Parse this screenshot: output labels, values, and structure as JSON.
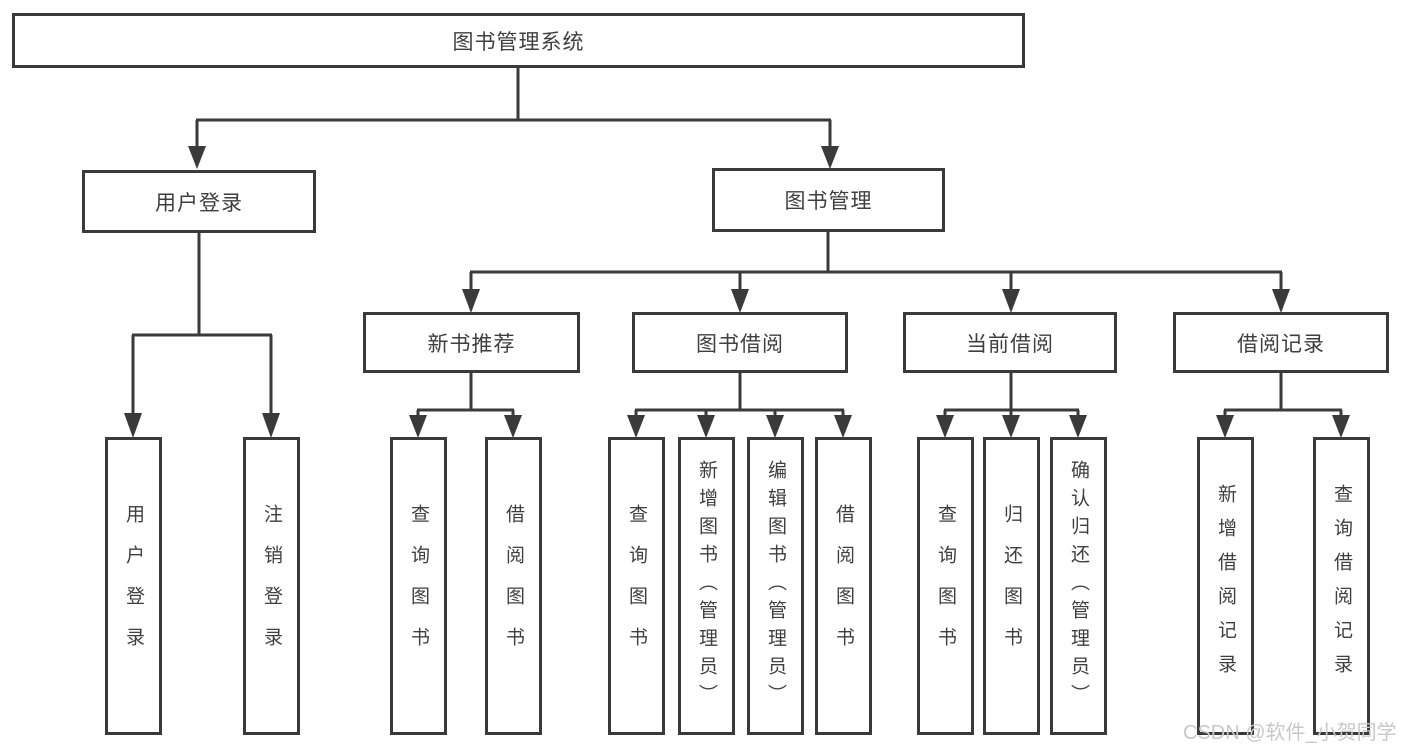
{
  "tree": {
    "root": "图书管理系统",
    "branches": [
      {
        "label": "用户登录",
        "children": [
          "用户登录",
          "注销登录"
        ]
      },
      {
        "label": "图书管理",
        "sections": [
          {
            "label": "新书推荐",
            "children": [
              "查询图书",
              "借阅图书"
            ]
          },
          {
            "label": "图书借阅",
            "children": [
              "查询图书",
              "新增图书（管理员）",
              "编辑图书（管理员）",
              "借阅图书"
            ]
          },
          {
            "label": "当前借阅",
            "children": [
              "查询图书",
              "归还图书",
              "确认归还（管理员）"
            ]
          },
          {
            "label": "借阅记录",
            "children": [
              "新增借阅记录",
              "查询借阅记录"
            ]
          }
        ]
      }
    ]
  },
  "colors": {
    "line": "#3a3a3a",
    "text": "#3f3f3f",
    "watermark_text": "#c8c8c8",
    "background": "#ffffff"
  },
  "watermark": "CSDN @软件_小贺同学"
}
